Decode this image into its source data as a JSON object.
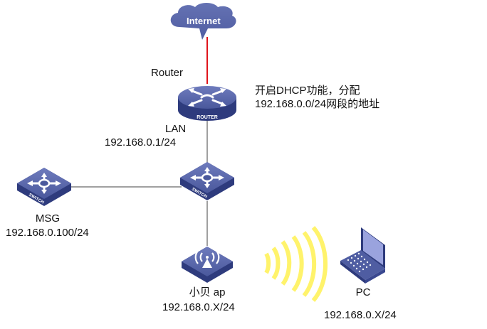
{
  "colors": {
    "device_top": "#5563a6",
    "device_side": "#2e3b7d",
    "device_highlight": "#ffffff",
    "cloud_fill": "#5a68ab",
    "wan_link": "#e0141b",
    "lan_link": "#7f7f7f",
    "wifi_waves": "#fff36b"
  },
  "nodes": {
    "internet": {
      "label": "Internet",
      "icon": "cloud-icon"
    },
    "router": {
      "label": "Router",
      "badge": "ROUTER",
      "icon": "router-icon",
      "interface": "LAN",
      "ip": "192.168.0.1/24"
    },
    "router_note": {
      "line1": "开启DHCP功能，分配",
      "line2": "192.168.0.0/24网段的地址"
    },
    "core_switch": {
      "badge": "SWITCH",
      "icon": "switch-icon"
    },
    "msg": {
      "badge": "SWITCH",
      "icon": "switch-icon",
      "name": "MSG",
      "ip": "192.168.0.100/24"
    },
    "ap": {
      "icon": "wireless-ap-icon",
      "name": "小贝 ap",
      "ip": "192.168.0.X/24"
    },
    "pc": {
      "icon": "laptop-icon",
      "name": "PC",
      "ip": "192.168.0.X/24"
    }
  },
  "links": [
    {
      "from": "internet",
      "to": "router",
      "type": "wan"
    },
    {
      "from": "router",
      "to": "core_switch",
      "type": "lan"
    },
    {
      "from": "msg",
      "to": "core_switch",
      "type": "lan"
    },
    {
      "from": "core_switch",
      "to": "ap",
      "type": "lan"
    },
    {
      "from": "ap",
      "to": "pc",
      "type": "wireless"
    }
  ]
}
